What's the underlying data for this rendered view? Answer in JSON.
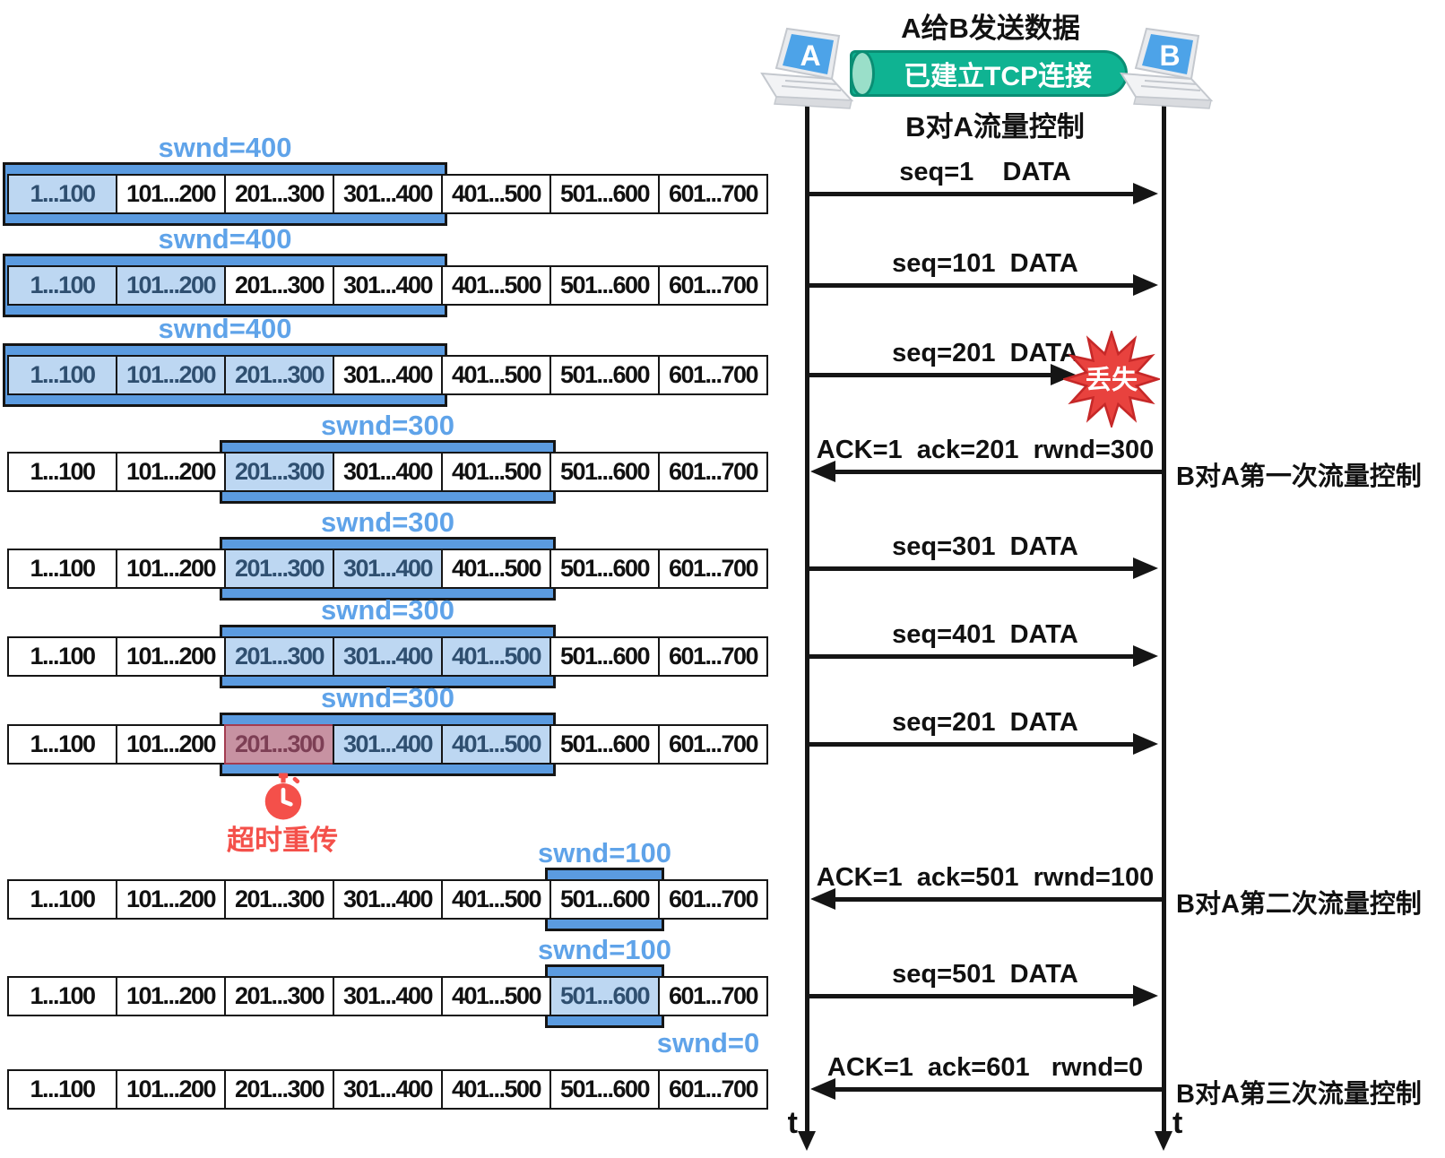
{
  "header": {
    "title_top": "A给B发送数据",
    "tcp_label": "已建立TCP连接",
    "title_bottom": "B对A流量控制",
    "host_a": "A",
    "host_b": "B"
  },
  "cell_labels": [
    "1...100",
    "101...200",
    "201...300",
    "301...400",
    "401...500",
    "501...600",
    "601...700"
  ],
  "window_rows": [
    {
      "swnd": "swnd=400",
      "win": [
        0,
        3
      ],
      "sent": [
        0
      ],
      "retrans": []
    },
    {
      "swnd": "swnd=400",
      "win": [
        0,
        3
      ],
      "sent": [
        0,
        1
      ],
      "retrans": []
    },
    {
      "swnd": "swnd=400",
      "win": [
        0,
        3
      ],
      "sent": [
        0,
        1,
        2
      ],
      "retrans": []
    },
    {
      "swnd": "swnd=300",
      "win": [
        2,
        4
      ],
      "sent": [
        2
      ],
      "retrans": []
    },
    {
      "swnd": "swnd=300",
      "win": [
        2,
        4
      ],
      "sent": [
        2,
        3
      ],
      "retrans": []
    },
    {
      "swnd": "swnd=300",
      "win": [
        2,
        4
      ],
      "sent": [
        2,
        3,
        4
      ],
      "retrans": []
    },
    {
      "swnd": "swnd=300",
      "win": [
        2,
        4
      ],
      "sent": [
        3,
        4
      ],
      "retrans": [
        2
      ]
    },
    {
      "swnd": "swnd=100",
      "win": [
        5,
        5
      ],
      "sent": [],
      "retrans": []
    },
    {
      "swnd": "swnd=100",
      "win": [
        5,
        5
      ],
      "sent": [
        5
      ],
      "retrans": []
    },
    {
      "swnd": "swnd=0",
      "win": null,
      "sent": [],
      "retrans": [],
      "label_center_x": 790
    }
  ],
  "timeout": {
    "label": "超时重传"
  },
  "messages": [
    {
      "dir": "right",
      "label": "seq=1    DATA"
    },
    {
      "dir": "right",
      "label": "seq=101  DATA"
    },
    {
      "dir": "right",
      "label": "seq=201  DATA",
      "lost": true,
      "lost_label": "丢失"
    },
    {
      "dir": "left",
      "label": "ACK=1  ack=201  rwnd=300",
      "note": "B对A第一次流量控制"
    },
    {
      "dir": "right",
      "label": "seq=301  DATA"
    },
    {
      "dir": "right",
      "label": "seq=401  DATA"
    },
    {
      "dir": "right",
      "label": "seq=201  DATA"
    },
    {
      "dir": "left",
      "label": "ACK=1  ack=501  rwnd=100",
      "note": "B对A第二次流量控制"
    },
    {
      "dir": "right",
      "label": "seq=501  DATA"
    },
    {
      "dir": "left",
      "label": "ACK=1  ack=601   rwnd=0",
      "note": "B对A第三次流量控制"
    }
  ],
  "time_axis": {
    "label_a": "t",
    "label_b": "t"
  },
  "colors": {
    "band_blue": "#5B9BE0",
    "cell_blue": "#BDD7F2",
    "cell_navy_text": "#2F4F70",
    "swnd_blue": "#5FA3E9",
    "pink_fill": "#C792A2",
    "pink_border": "#A33C50",
    "pink_text": "#7D3F55",
    "red": "#F4504A",
    "burst_fill": "#E8423E",
    "burst_stroke": "#C62828",
    "green": "#0FB392",
    "green_dark": "#0A8E74",
    "green_light": "#9ADFC9",
    "screen_blue": "#4DA3E8"
  }
}
